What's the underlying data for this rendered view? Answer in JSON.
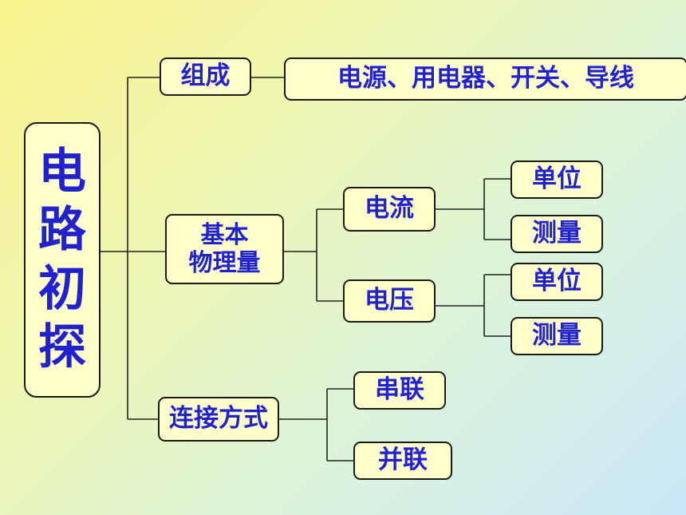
{
  "diagram": {
    "root": {
      "chars": [
        "电",
        "路",
        "初",
        "探"
      ]
    },
    "composition": {
      "label": "组成",
      "detail": "电源、用电器、开关、导线"
    },
    "quantities": {
      "label_line1": "基本",
      "label_line2": "物理量",
      "current": {
        "label": "电流",
        "unit": "单位",
        "measure": "测量"
      },
      "voltage": {
        "label": "电压",
        "unit": "单位",
        "measure": "测量"
      }
    },
    "connection": {
      "label": "连接方式",
      "series": "串联",
      "parallel": "并联"
    }
  },
  "colors": {
    "node_text": "#2222cc",
    "node_fill": "#ffffcc",
    "line": "#222222",
    "background_top_left": "#fbf48e",
    "background_bottom_right": "#c9e6f8"
  }
}
